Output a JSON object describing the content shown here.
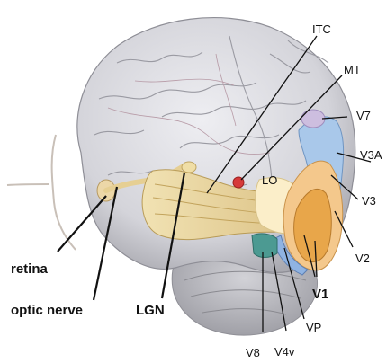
{
  "labels": {
    "itc": "ITC",
    "mt": "MT",
    "v7": "V7",
    "v3a": "V3A",
    "v3": "V3",
    "lo": "LO",
    "v2": "V2",
    "v1": "V1",
    "vp": "VP",
    "v4v": "V4v",
    "v8": "V8",
    "retina": "retina",
    "optic_nerve": "optic nerve",
    "lgn": "LGN"
  },
  "colors": {
    "brain": "#d9d9df",
    "cerebellum": "#bdbdc2",
    "optic_radiation": "#e7d39a",
    "v1": "#e8a64a",
    "v2_v3": "#f4c88c",
    "v3a_v7": "#a9c8ea",
    "lo": "#fbeec9",
    "v8": "#4c9a92",
    "mt": "#d63a3a"
  }
}
